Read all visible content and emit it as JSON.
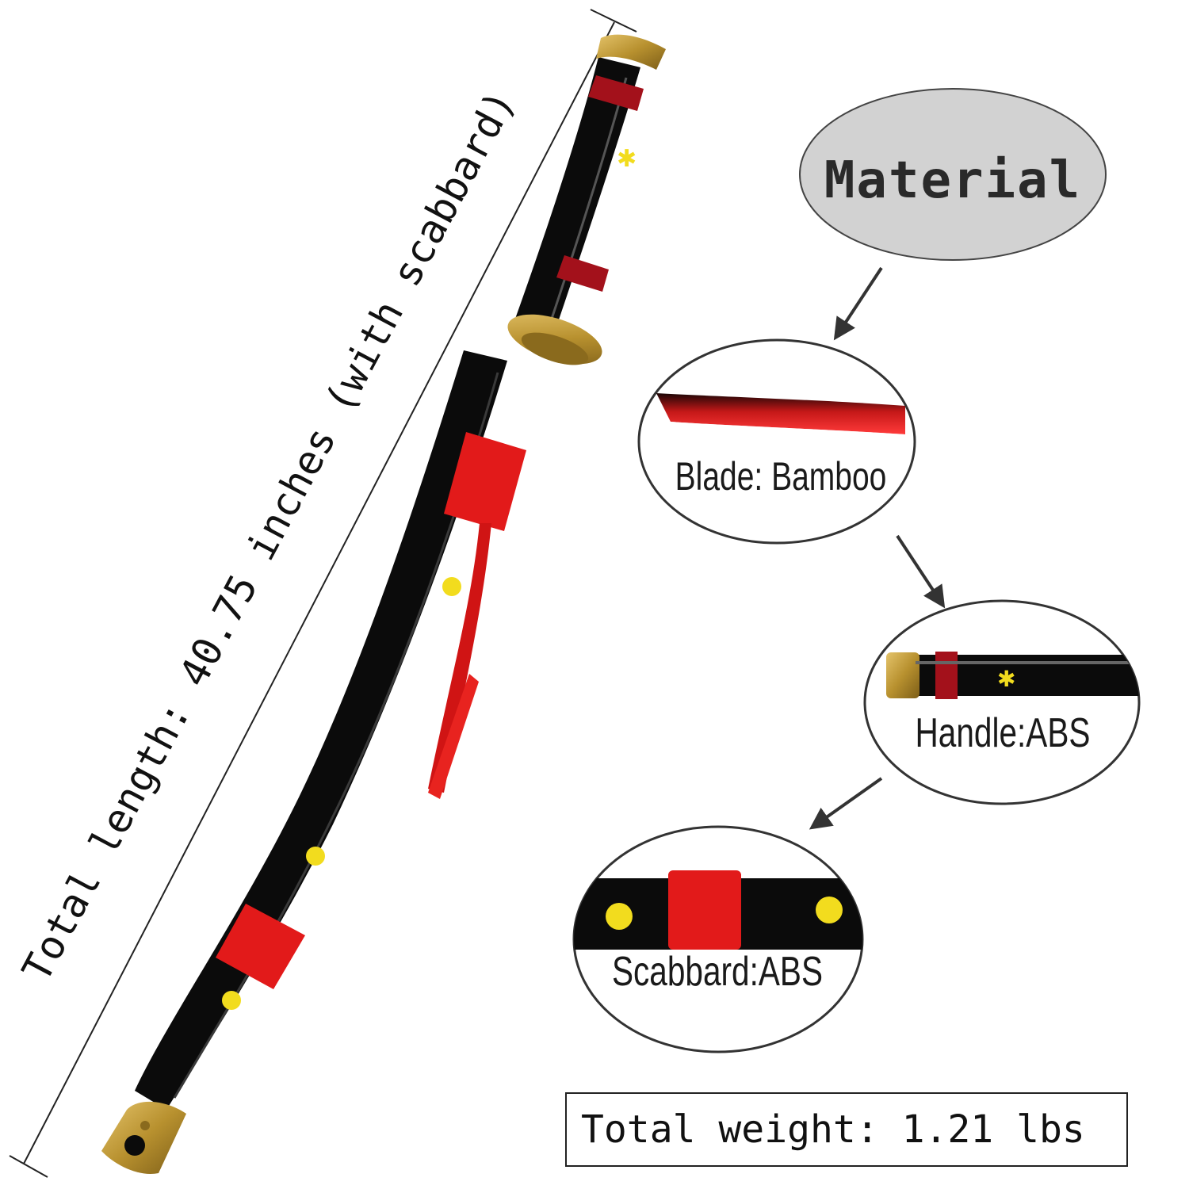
{
  "dimensions": {
    "length_text": "Total length: 40.75 inches (with scabbard)"
  },
  "material": {
    "title": "Material",
    "items": [
      {
        "part": "blade",
        "label": "Blade: Bamboo"
      },
      {
        "part": "handle",
        "label": "Handle:ABS"
      },
      {
        "part": "scabbard",
        "label": "Scabbard:ABS"
      }
    ]
  },
  "weight": {
    "text": "Total weight: 1.21 lbs"
  },
  "colors": {
    "scabbard_black": "#0b0b0b",
    "cord_red": "#e21a1a",
    "fitting_gold": "#b8912f",
    "flower_yellow": "#f2dc1e",
    "bubble_gray": "#d2d2d2"
  },
  "icons": [
    "arrow-down-left-icon",
    "arrow-down-right-icon",
    "flower-icon",
    "star-icon"
  ]
}
